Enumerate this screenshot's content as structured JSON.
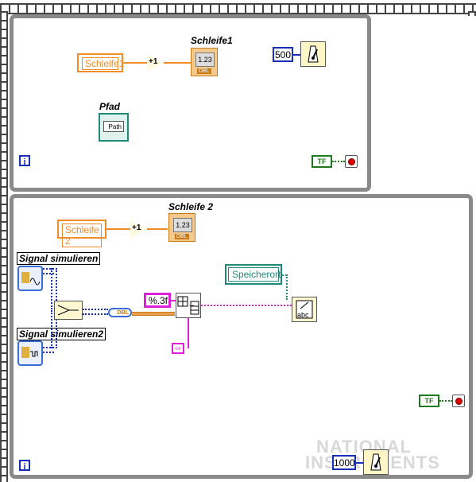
{
  "loop1": {
    "const_label": "Schleife1",
    "indicator_label": "Schleife1",
    "indicator_value": "1.23",
    "indicator_type": "DBL",
    "increment_label": "+1",
    "wait_value": "500",
    "path_label": "Pfad",
    "path_text": "Path",
    "iteration_glyph": "i",
    "stop_terminal": "TF"
  },
  "loop2": {
    "const_label": "Schleife 2",
    "indicator_label": "Schleife 2",
    "indicator_value": "1.23",
    "indicator_type": "DBL",
    "increment_label": "+1",
    "signal1_label": "Signal simulieren",
    "signal2_label": "Signal simulieren2",
    "format_const": "%.3f",
    "storage_const": "Speicherort",
    "write_label": "abc",
    "wait_value": "1000",
    "iteration_glyph": "i",
    "stop_terminal": "TF",
    "dbl_convert": "DBL"
  },
  "watermark": {
    "line1": "NATIONAL",
    "line2": "INSTRUMENTS"
  },
  "colors": {
    "orange": "#f28c28",
    "blue": "#1a2fb8",
    "teal": "#1e8a7a",
    "pink": "#e020d8",
    "green": "#1e7a1e",
    "loop_border": "#8a8a8a"
  }
}
